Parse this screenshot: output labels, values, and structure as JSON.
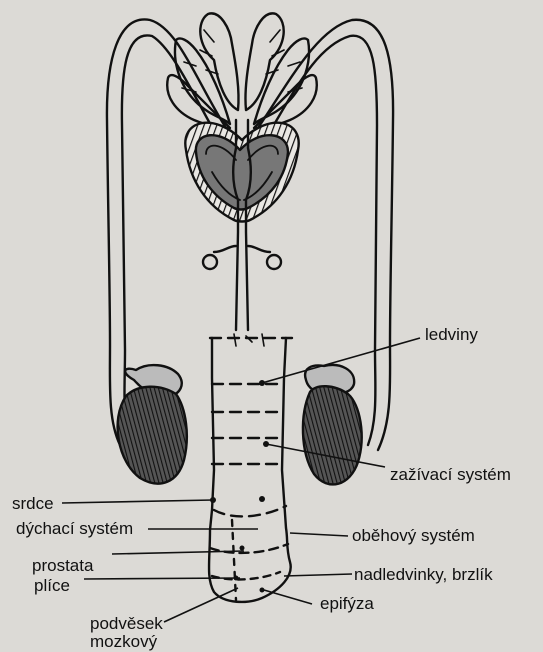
{
  "diagram": {
    "colors": {
      "background": "#dcdad6",
      "ink": "#111111"
    },
    "labels": {
      "ledviny": "ledviny",
      "zazivaci_system": "zažívací systém",
      "srdce": "srdce",
      "dychaci_system": "dýchací systém",
      "obehovy_system": "oběhový systém",
      "prostata": "prostata",
      "plice": "plíce",
      "nadledvinky_brzlik": "nadledvinky, brzlík",
      "podvesek": "podvěsek",
      "mozkovy": "mozkový",
      "epifyza": "epifýza"
    }
  }
}
